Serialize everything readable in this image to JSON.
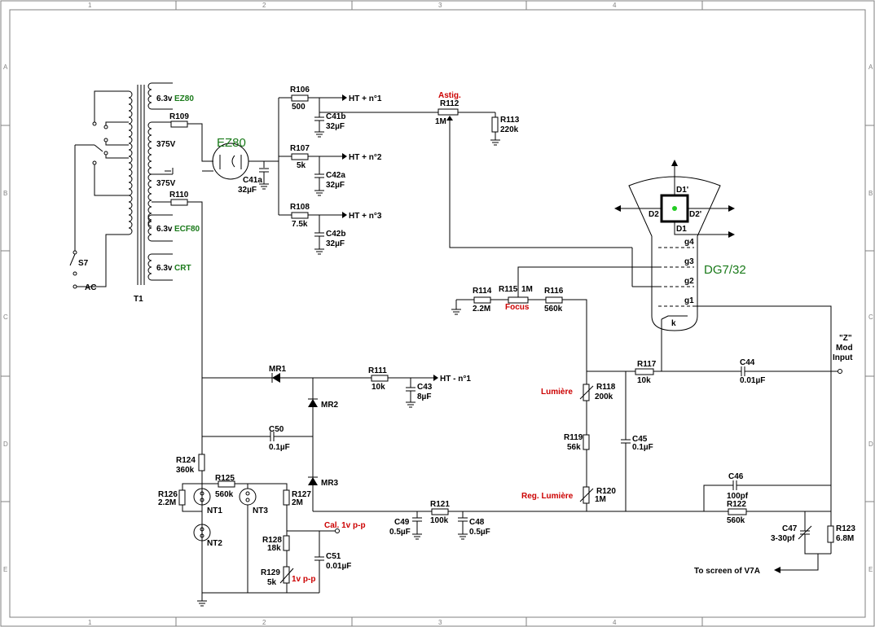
{
  "frame": {
    "columns": [
      "1",
      "2",
      "3",
      "4"
    ],
    "rows": [
      "A",
      "B",
      "C",
      "D",
      "E"
    ]
  },
  "transformer": {
    "id": "T1",
    "windings": [
      "6.3v",
      "375V",
      "375V",
      "6.3v",
      "6.3v"
    ],
    "tags": [
      "EZ80",
      "ECF80",
      "CRT"
    ],
    "switch": "S7",
    "mains": "AC"
  },
  "rectifier": {
    "name": "EZ80"
  },
  "crt": {
    "name": "DG7/32",
    "electrodes": [
      "D1'",
      "D2",
      "D2'",
      "D1",
      "g4",
      "g3",
      "g2",
      "g1",
      "k"
    ]
  },
  "resistors": {
    "R106": {
      "ref": "R106",
      "val": "500"
    },
    "R107": {
      "ref": "R107",
      "val": "5k"
    },
    "R108": {
      "ref": "R108",
      "val": "7.5k"
    },
    "R109": {
      "ref": "R109"
    },
    "R110": {
      "ref": "R110"
    },
    "R111": {
      "ref": "R111",
      "val": "10k"
    },
    "R112": {
      "ref": "R112",
      "val": "1M",
      "tag": "Astig."
    },
    "R113": {
      "ref": "R113",
      "val": "220k"
    },
    "R114": {
      "ref": "R114",
      "val": "2.2M"
    },
    "R115": {
      "ref": "R115",
      "val": "1M",
      "tag": "Focus"
    },
    "R116": {
      "ref": "R116",
      "val": "560k"
    },
    "R117": {
      "ref": "R117",
      "val": "10k"
    },
    "R118": {
      "ref": "R118",
      "val": "200k",
      "tag": "Lumière"
    },
    "R119": {
      "ref": "R119",
      "val": "56k"
    },
    "R120": {
      "ref": "R120",
      "val": "1M",
      "tag": "Reg. Lumière"
    },
    "R121": {
      "ref": "R121",
      "val": "100k"
    },
    "R122": {
      "ref": "R122",
      "val": "560k"
    },
    "R123": {
      "ref": "R123",
      "val": "6.8M"
    },
    "R124": {
      "ref": "R124",
      "val": "360k"
    },
    "R125": {
      "ref": "R125",
      "val": "560k"
    },
    "R126": {
      "ref": "R126",
      "val": "2.2M"
    },
    "R127": {
      "ref": "R127",
      "val": "2M"
    },
    "R128": {
      "ref": "R128",
      "val": "18k"
    },
    "R129": {
      "ref": "R129",
      "val": "5k",
      "tag": "1v p-p"
    }
  },
  "capacitors": {
    "C41a": {
      "ref": "C41a",
      "val": "32µF"
    },
    "C41b": {
      "ref": "C41b",
      "val": "32µF"
    },
    "C42a": {
      "ref": "C42a",
      "val": "32µF"
    },
    "C42b": {
      "ref": "C42b",
      "val": "32µF"
    },
    "C43": {
      "ref": "C43",
      "val": "8µF"
    },
    "C44": {
      "ref": "C44",
      "val": "0.01µF"
    },
    "C45": {
      "ref": "C45",
      "val": "0.1µF"
    },
    "C46": {
      "ref": "C46",
      "val": "100pf"
    },
    "C47": {
      "ref": "C47",
      "val": "3-30pf"
    },
    "C48": {
      "ref": "C48",
      "val": "0.5µF"
    },
    "C49": {
      "ref": "C49",
      "val": "0.5µF"
    },
    "C50": {
      "ref": "C50",
      "val": "0.1µF"
    },
    "C51": {
      "ref": "C51",
      "val": "0.01µF"
    }
  },
  "diodes": {
    "MR1": "MR1",
    "MR2": "MR2",
    "MR3": "MR3"
  },
  "neons": {
    "NT1": "NT1",
    "NT2": "NT2",
    "NT3": "NT3"
  },
  "outputs": {
    "ht1": "HT + n°1",
    "ht2": "HT + n°2",
    "ht3": "HT + n°3",
    "htneg": "HT - n°1",
    "cal": "Cal. 1v p-p",
    "zmod": [
      "\"Z\"",
      "Mod",
      "Input"
    ],
    "screen": "To screen of V7A"
  },
  "colors": {
    "part_label": "#1a7a1a",
    "control_label": "#cc0000",
    "wire": "#000000",
    "frame": "#808080"
  }
}
